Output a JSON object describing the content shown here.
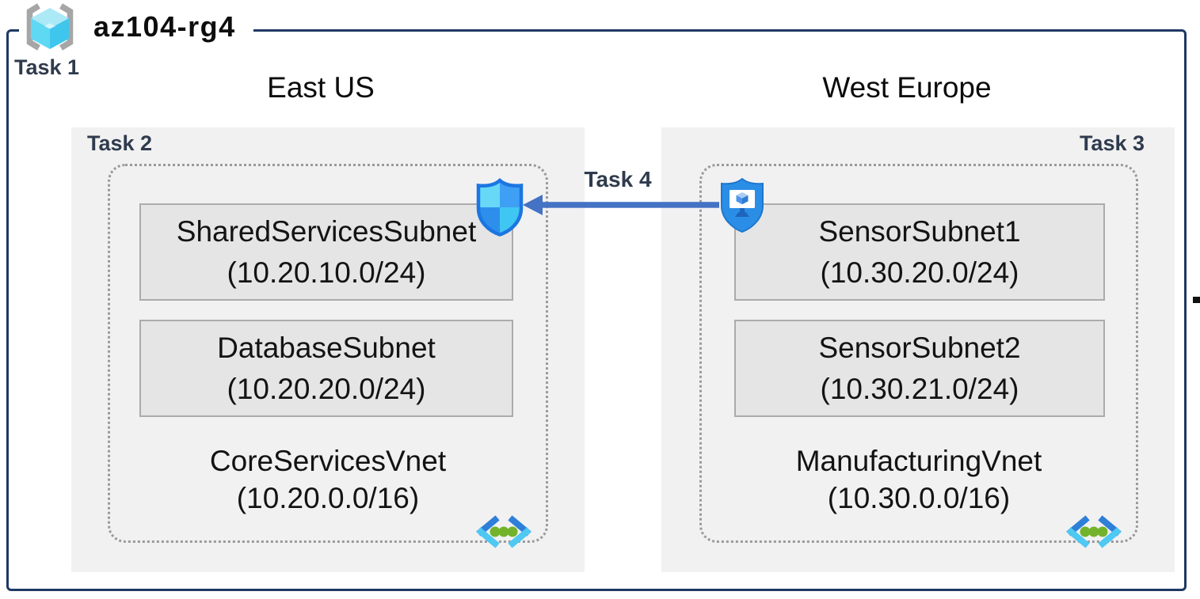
{
  "diagram": {
    "title": "az104-rg4",
    "task1_label": "Task 1",
    "task4_label": "Task 4"
  },
  "regions": [
    {
      "name": "East US",
      "task_label": "Task 2",
      "subnets": [
        {
          "name": "SharedServicesSubnet",
          "cidr": "(10.20.10.0/24)"
        },
        {
          "name": "DatabaseSubnet",
          "cidr": "(10.20.20.0/24)"
        }
      ],
      "vnet": {
        "name": "CoreServicesVnet",
        "cidr": "(10.20.0.0/16)"
      }
    },
    {
      "name": "West Europe",
      "task_label": "Task 3",
      "subnets": [
        {
          "name": "SensorSubnet1",
          "cidr": "(10.30.20.0/24)"
        },
        {
          "name": "SensorSubnet2",
          "cidr": "(10.30.21.0/24)"
        }
      ],
      "vnet": {
        "name": "ManufacturingVnet",
        "cidr": "(10.30.0.0/16)"
      }
    }
  ],
  "icons": {
    "resource_group": "resource-group-icon",
    "nsg_shield": "network-security-group-icon",
    "asg_shield": "application-security-group-icon",
    "vnet": "virtual-network-icon",
    "arrow": "task4-arrow"
  },
  "colors": {
    "frame_border": "#1F3864",
    "task_text": "#2F3B4D",
    "arrow": "#4472C4",
    "panel_bg": "#F1F1F2",
    "subnet_bg": "#E5E5E6",
    "subnet_border": "#ABABAB",
    "dotted_border": "#9A9A9A",
    "vnet_chevron_top": "#2E7FD8",
    "vnet_chevron_bottom": "#4FC8F2",
    "vnet_dots": "#72B32B",
    "shield_outline": "#1B76E1"
  }
}
